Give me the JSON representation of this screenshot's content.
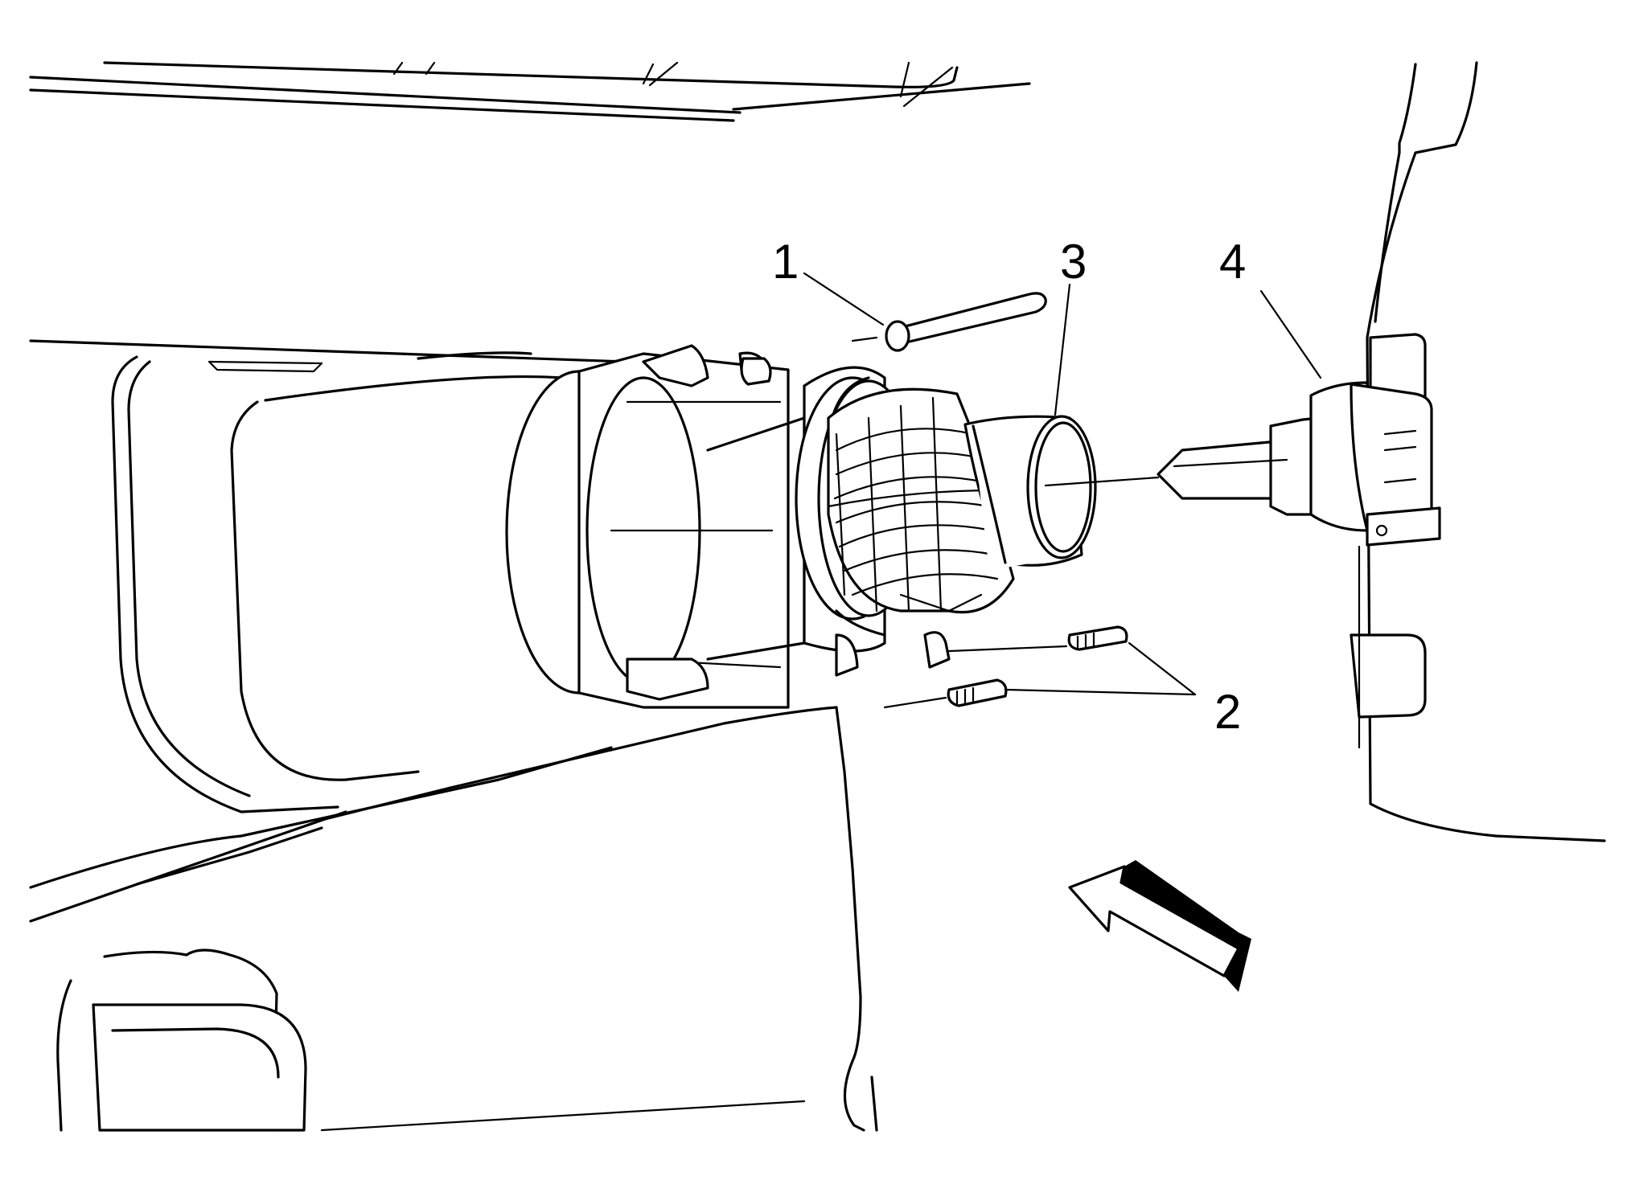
{
  "diagram": {
    "callouts": [
      {
        "id": "1",
        "label": "1"
      },
      {
        "id": "2",
        "label": "2"
      },
      {
        "id": "3",
        "label": "3"
      },
      {
        "id": "4",
        "label": "4"
      }
    ],
    "colors": {
      "line": "#000000",
      "background": "#ffffff"
    },
    "icons": [
      "direction-arrow-icon"
    ]
  }
}
